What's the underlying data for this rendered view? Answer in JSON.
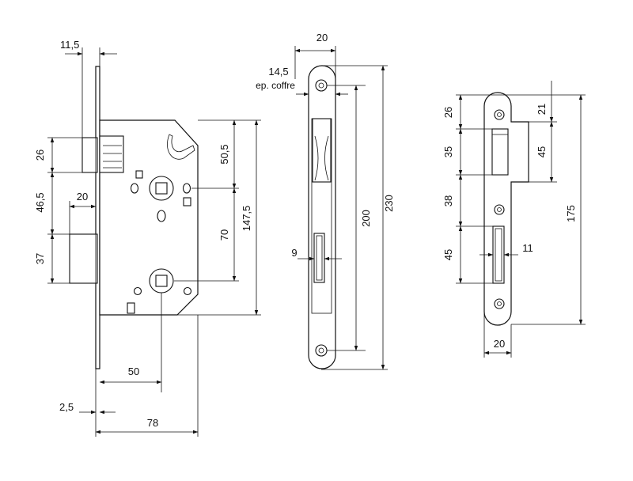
{
  "drawing": {
    "title": "Mortise lock technical drawing",
    "lock_body": {
      "dims": {
        "plate_offset": "11,5",
        "latch_height": "26",
        "bolt_offset": "46,5",
        "bolt_projection": "20",
        "bolt_height": "37",
        "follower_to_center": "50,5",
        "follower_to_key": "70",
        "body_height": "147,5",
        "backset": "50",
        "plate_thickness": "2,5",
        "body_depth": "78"
      }
    },
    "forend": {
      "dims": {
        "width": "20",
        "screw_inset": "14,5",
        "screw_inset_label": "ep. coffre",
        "latch_gap": "9",
        "screw_distance": "200",
        "length": "230"
      }
    },
    "strike": {
      "dims": {
        "top_offset": "26",
        "latch_opening": "35",
        "gap": "38",
        "bolt_opening": "45",
        "lip_top": "21",
        "lip_height": "45",
        "total_height": "175",
        "bolt_gap": "11",
        "width": "20"
      }
    }
  }
}
